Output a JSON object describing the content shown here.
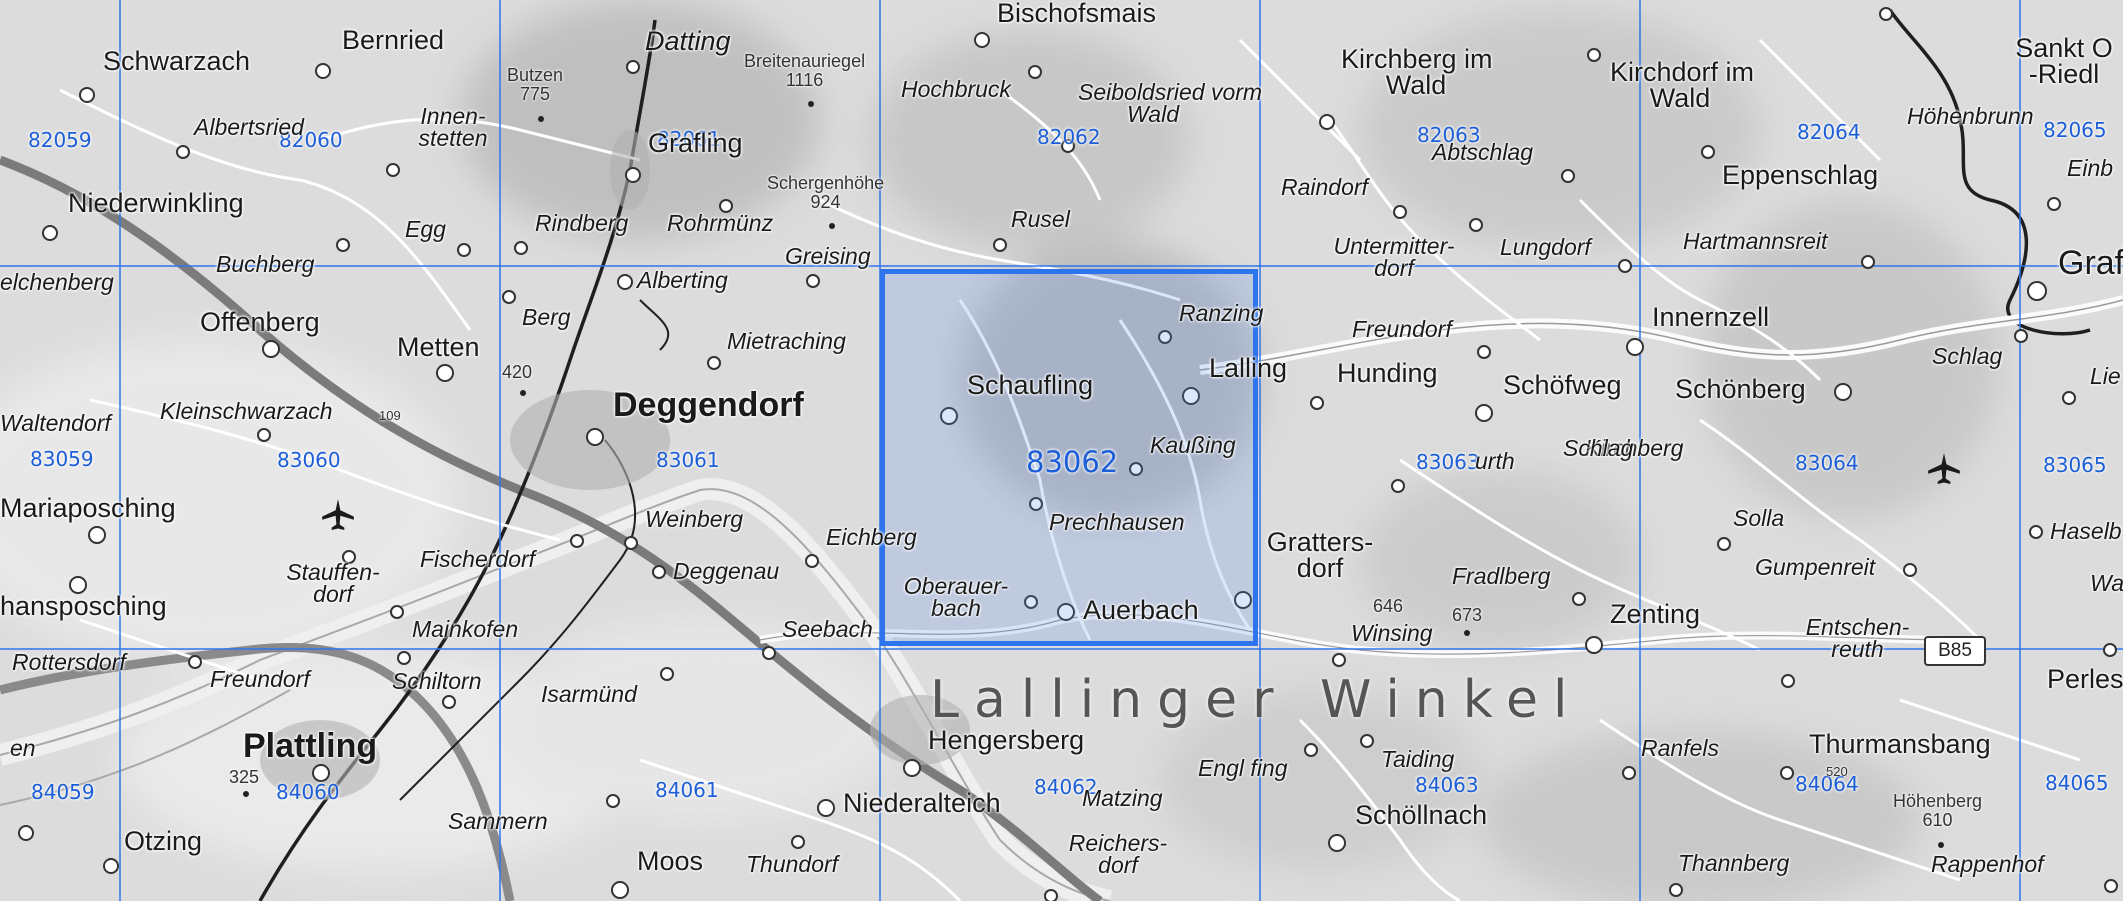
{
  "map": {
    "selected_cell": "83062",
    "colors": {
      "grid": "#2e74ee",
      "label": "#1c5ed8",
      "highlight_fill": "#5a8ceb"
    },
    "region_label": "Lallinger Winkel",
    "road_shield": "B85",
    "grid_cells": [
      "82059",
      "82060",
      "82061",
      "82062",
      "82063",
      "82064",
      "82065",
      "83059",
      "83060",
      "83061",
      "83062",
      "83063",
      "83064",
      "83065",
      "84059",
      "84060",
      "84061",
      "84062",
      "84063",
      "84064",
      "84065"
    ],
    "places": [
      "Schwarzach",
      "Bernried",
      "Datting",
      "Bischofsmais",
      "Kirchberg im Wald",
      "Kirchdorf im Wald",
      "Sankt O -Riedl",
      "Albertsried",
      "Innen-stetten",
      "Grafling",
      "Hochbruck",
      "Seiboldsried vorm Wald",
      "Abtschlag",
      "Eppenschlag",
      "Höhenbrunn",
      "Einb",
      "Niederwinkling",
      "Egg",
      "Rindberg",
      "Rohrmünz",
      "Rusel",
      "Raindorf",
      "Untermitter-dorf",
      "Lungdorf",
      "Hartmannsreit",
      "Graf",
      "Buchberg",
      "Greising",
      "Alberting",
      "elchenberg",
      "Offenberg",
      "Metten",
      "Berg",
      "Mietraching",
      "Ranzing",
      "Freundorf",
      "Innernzell",
      "Schlag",
      "Lie",
      "Deggendorf",
      "Schaufling",
      "Lalling",
      "Hunding",
      "Schöfweg",
      "Schönberg",
      "Waltendorf",
      "Kleinschwarzach",
      "Kaußing",
      "Kirchberg",
      "Mariaposching",
      "Weinberg",
      "Prechhausen",
      "Solla",
      "Haselb",
      "Eichberg",
      "Gratters-dorf",
      "Gumpenreit",
      "Stauffen-dorf",
      "Fischerdorf",
      "Deggenau",
      "Wam",
      "hansposching",
      "Oberauer-bach",
      "Auerbach",
      "Fradlberg",
      "Zenting",
      "Mainkofen",
      "Seebach",
      "Winsing",
      "Entschen-reuth",
      "Rottersdorf",
      "Freundorf",
      "Schiltorn",
      "Isarmünd",
      "Perles",
      "Hengersberg",
      "Ranfels",
      "Thurmansbang",
      "Plattling",
      "Engl fing",
      "Taiding",
      "en",
      "Niederalteich",
      "Matzing",
      "Schöllnach",
      "Sammern",
      "Otzing",
      "Moos",
      "Thundorf",
      "Reichers-dorf",
      "Thannberg",
      "Rappenhof",
      "Schlag",
      "urth"
    ],
    "peaks": [
      {
        "name": "Butzen",
        "elev": "775"
      },
      {
        "name": "Breitenauriegel",
        "elev": "1116"
      },
      {
        "name": "Schergenhöhe",
        "elev": "924"
      },
      {
        "name": "",
        "elev": "420"
      },
      {
        "name": "",
        "elev": "325"
      },
      {
        "name": "",
        "elev": "646"
      },
      {
        "name": "",
        "elev": "673"
      },
      {
        "name": "Höhenberg",
        "elev": "610"
      },
      {
        "name": "",
        "elev": "109"
      },
      {
        "name": "",
        "elev": "520"
      }
    ]
  }
}
